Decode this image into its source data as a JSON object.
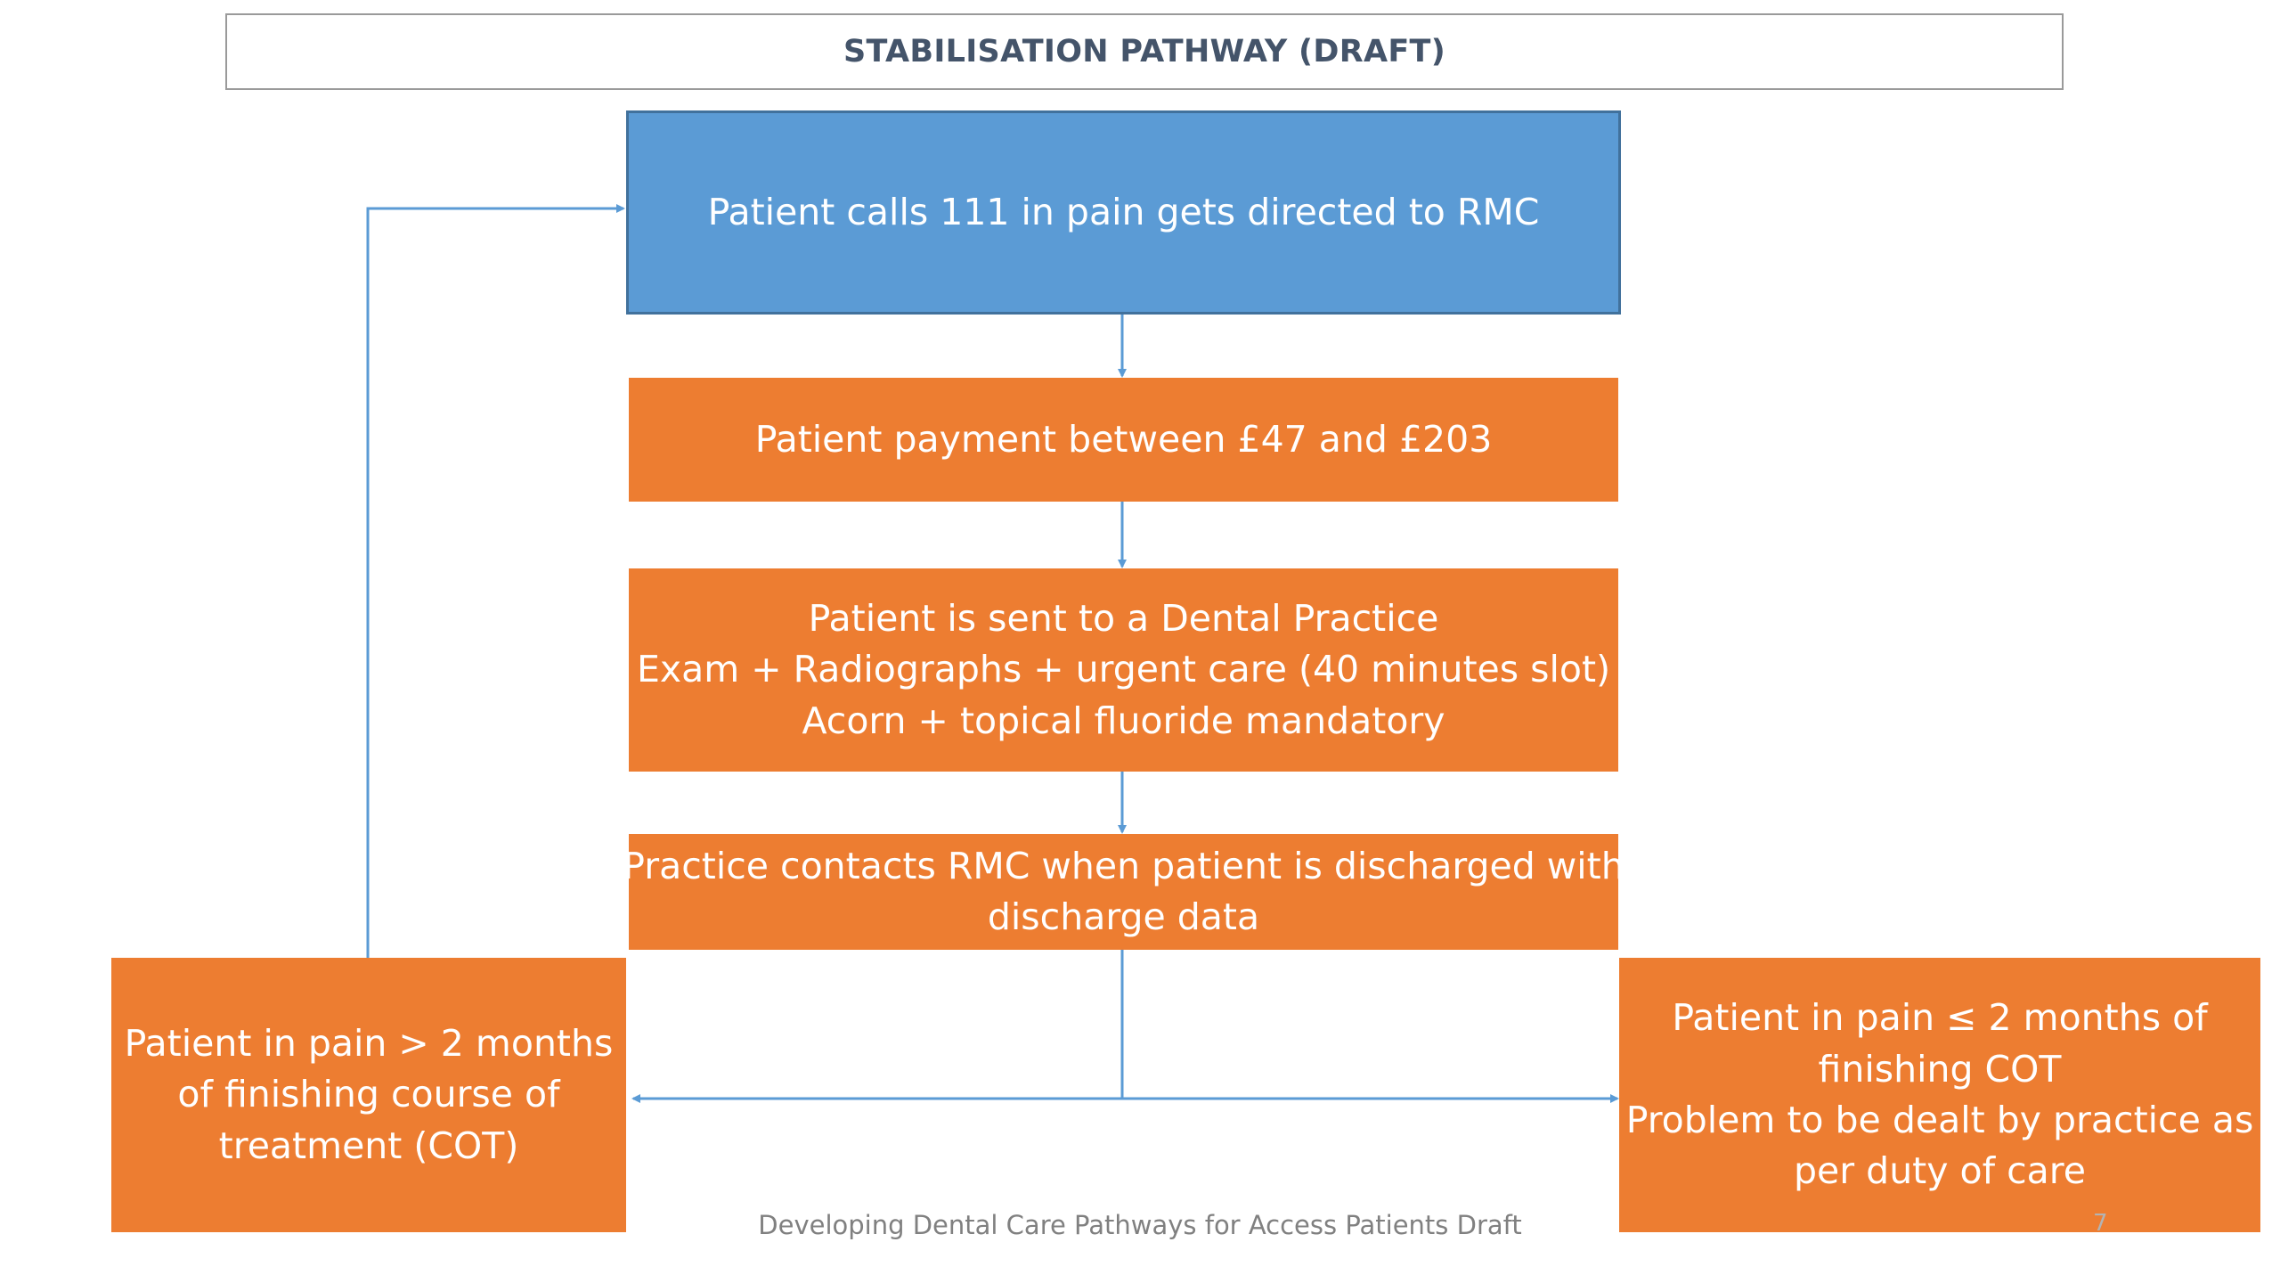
{
  "title": "STABILISATION PATHWAY (DRAFT)",
  "steps": {
    "call": {
      "lines": [
        "Patient calls 111 in pain gets directed to RMC"
      ]
    },
    "payment": {
      "lines": [
        "Patient payment between £47 and £203"
      ]
    },
    "practice": {
      "lines": [
        "Patient is sent to a Dental Practice",
        "Exam + Radiographs + urgent care (40 minutes slot)",
        "Acorn + topical fluoride mandatory"
      ]
    },
    "discharge": {
      "lines": [
        "Practice contacts RMC when patient is discharged with",
        "discharge data"
      ]
    },
    "pain_over": {
      "lines": [
        "Patient in pain > 2 months",
        "of finishing course of",
        "treatment (COT)"
      ]
    },
    "pain_under": {
      "lines": [
        "Patient in pain ≤ 2 months of",
        "finishing COT",
        "Problem to be dealt by practice as",
        "per duty of care"
      ]
    }
  },
  "footer": "Developing Dental Care Pathways for Access Patients Draft",
  "page_number": "7",
  "colors": {
    "title_text": "#44546a",
    "blue_box": "#5b9bd5",
    "orange_box": "#ed7d31",
    "connector": "#5b9bd5"
  }
}
